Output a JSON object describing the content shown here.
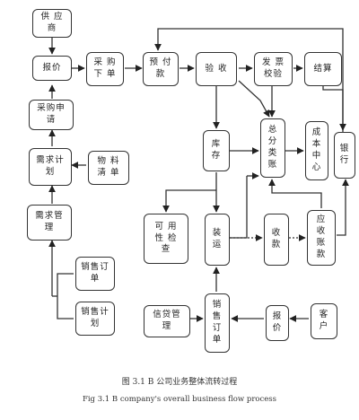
{
  "nodes": {
    "supplier": "供 应\n商",
    "quote_top": "报价",
    "purchase_order": "采 购\n下 单",
    "prepay": "预 付\n款",
    "inspection": "验 收",
    "invoice_check": "发 票\n校验",
    "settlement": "结算",
    "purchase_request": "采购申\n请",
    "inventory": "库\n存",
    "general_ledger": "总\n分\n类\n账",
    "cost_center": "成\n本\n中\n心",
    "bank": "银\n行",
    "demand_plan": "需求计\n划",
    "bom": "物 料\n清 单",
    "demand_mgmt": "需求管\n理",
    "availability_check": "可 用\n性 检\n查",
    "shipping": "装\n运",
    "receipt": "收\n款",
    "receivable": "应\n收\n账\n款",
    "sales_order_left": "销售订\n单",
    "sales_plan": "销售计\n划",
    "credit_mgmt": "信贷管\n理",
    "sales_order_mid": "销\n售\n订\n单",
    "quote_bottom": "报\n价",
    "customer": "客\n户"
  },
  "captions": {
    "cn": "图 3.1 B 公司业务整体流转过程",
    "en": "Fig 3.1 B company's overall business flow process"
  }
}
